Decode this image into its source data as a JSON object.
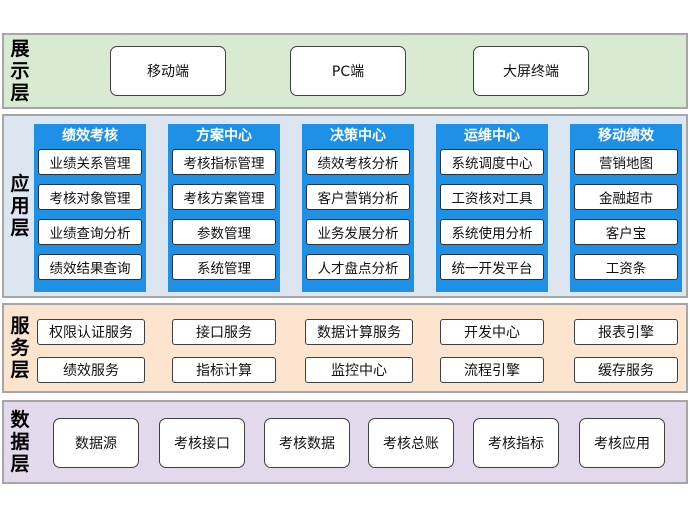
{
  "display_layer": {
    "label": [
      "展",
      "示",
      "层"
    ],
    "items": [
      "移动端",
      "PC端",
      "大屏终端"
    ]
  },
  "application_layer": {
    "label": [
      "应",
      "用",
      "层"
    ],
    "columns": [
      {
        "title": "绩效考核",
        "items": [
          "业绩关系管理",
          "考核对象管理",
          "业绩查询分析",
          "绩效结果查询"
        ]
      },
      {
        "title": "方案中心",
        "items": [
          "考核指标管理",
          "考核方案管理",
          "参数管理",
          "系统管理"
        ]
      },
      {
        "title": "决策中心",
        "items": [
          "绩效考核分析",
          "客户营销分析",
          "业务发展分析",
          "人才盘点分析"
        ]
      },
      {
        "title": "运维中心",
        "items": [
          "系统调度中心",
          "工资核对工具",
          "系统使用分析",
          "统一开发平台"
        ]
      },
      {
        "title": "移动绩效",
        "items": [
          "营销地图",
          "金融超市",
          "客户宝",
          "工资条"
        ]
      }
    ]
  },
  "service_layer": {
    "label": [
      "服",
      "务",
      "层"
    ],
    "row1": [
      "权限认证服务",
      "接口服务",
      "数据计算服务",
      "开发中心",
      "报表引擎"
    ],
    "row2": [
      "绩效服务",
      "指标计算",
      "监控中心",
      "流程引擎",
      "缓存服务"
    ]
  },
  "data_layer": {
    "label": [
      "数",
      "据",
      "层"
    ],
    "items": [
      "数据源",
      "考核接口",
      "考核数据",
      "考核总账",
      "考核指标",
      "考核应用"
    ]
  },
  "colors": {
    "display_bg": "#d9ead3",
    "application_bg": "#dce6f1",
    "service_bg": "#fce4cf",
    "data_bg": "#e2d9ec",
    "column_blue": "#1e90e6"
  }
}
